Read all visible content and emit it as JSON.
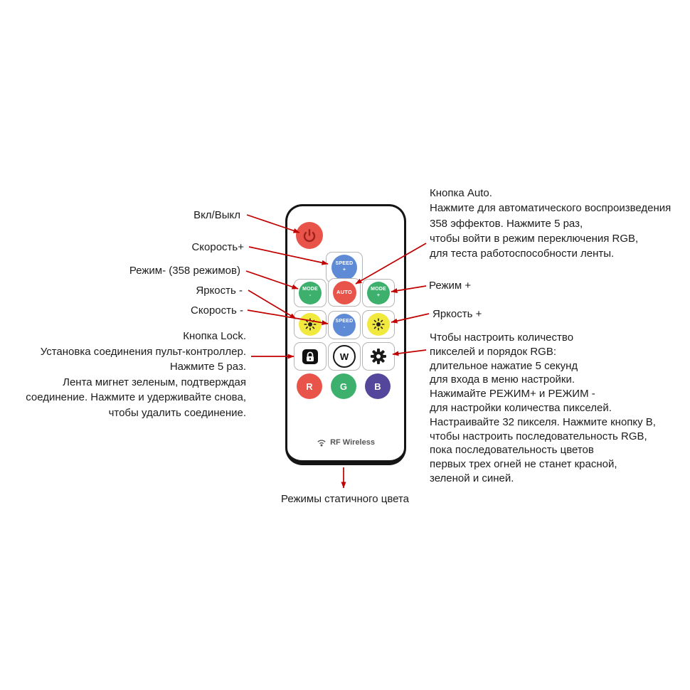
{
  "colors": {
    "arrow": "#c00000",
    "red": "#e9544a",
    "blue": "#5f8bd6",
    "green": "#3eb06d",
    "yellow": "#f2e93f",
    "purple": "#54479b"
  },
  "remote": {
    "brand": "RF Wireless",
    "buttons": {
      "speed_plus": "SPEED\n+",
      "mode_minus": "MODE\n-",
      "auto": "AUTO",
      "mode_plus": "MODE\n+",
      "speed_minus": "SPEED\n-",
      "w": "W",
      "r": "R",
      "g": "G",
      "b": "B"
    }
  },
  "annotations": {
    "power": "Вкл/Выкл",
    "speed_plus": "Скорость+",
    "mode_minus": "Режим- (358 режимов)",
    "brightness_minus": "Яркость -",
    "speed_minus": "Скорость -",
    "lock_note": "Кнопка Lock.\nУстановка соединения пульт-контроллер.\nНажмите 5 раз.\nЛента мигнет зеленым, подтверждая\nсоединение. Нажмите и удерживайте снова,\nчтобы удалить соединение.",
    "auto_note": "Кнопка Auto.\nНажмите для автоматического воспроизведения\n358 эффектов. Нажмите 5 раз,\nчтобы войти в режим переключения RGB,\nдля теста работоспособности ленты.",
    "mode_plus": "Режим +",
    "brightness_plus": "Яркость +",
    "settings_note": "Чтобы настроить количество\nпикселей и порядок RGB:\nдлительное нажатие 5 секунд\nдля входа в меню настройки.\nНажимайте РЕЖИМ+ и РЕЖИМ -\nдля настройки количества пикселей.\nНастраивайте 32 пикселя. Нажмите кнопку B,\nчтобы настроить последовательность RGB,\nпока последовательность цветов\nпервых трех огней не станет красной,\nзеленой и синей.",
    "static_modes": "Режимы статичного цвета"
  }
}
